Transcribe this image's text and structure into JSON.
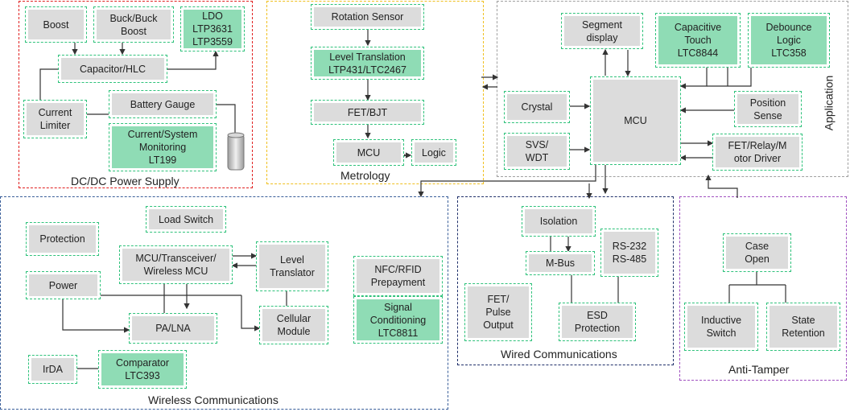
{
  "groups": {
    "power": "DC/DC Power Supply",
    "metrology": "Metrology",
    "application": "Application",
    "wireless": "Wireless Communications",
    "wired": "Wired Communications",
    "tamper": "Anti-Tamper"
  },
  "blocks": {
    "boost": "Boost",
    "buckboost": "Buck/Buck\nBoost",
    "ldo": "LDO\nLTP3631\nLTP3559",
    "capacitor": "Capacitor/HLC",
    "current_limiter": "Current\nLimiter",
    "battery_gauge": "Battery Gauge",
    "current_monitor": "Current/System\nMonitoring\nLT199",
    "rotation": "Rotation Sensor",
    "level_translation": "Level Translation\nLTP431/LTC2467",
    "fet_bjt": "FET/BJT",
    "metro_mcu": "MCU",
    "logic": "Logic",
    "segment": "Segment\ndisplay",
    "cap_touch": "Capacitive\nTouch\nLTC8844",
    "debounce": "Debounce\nLogic\nLTC358",
    "crystal": "Crystal",
    "app_mcu": "MCU",
    "position": "Position\nSense",
    "svs": "SVS/\nWDT",
    "fet_relay": "FET/Relay/M\notor Driver",
    "load_switch": "Load Switch",
    "protection": "Protection",
    "mcu_trans": "MCU/Transceiver/\nWireless MCU",
    "level_translator": "Level\nTranslator",
    "nfc": "NFC/RFID\nPrepayment",
    "signal_cond": "Signal\nConditioning\nLTC8811",
    "power": "Power",
    "pa_lna": "PA/LNA",
    "cellular": "Cellular\nModule",
    "irda": "IrDA",
    "comparator": "Comparator\nLTC393",
    "isolation": "Isolation",
    "mbus": "M-Bus",
    "rs": "RS-232\nRS-485",
    "fet_pulse": "FET/\nPulse\nOutput",
    "esd": "ESD\nProtection",
    "case_open": "Case\nOpen",
    "inductive": "Inductive\nSwitch",
    "state_ret": "State\nRetention"
  },
  "colors": {
    "block_border": "#2fc27b",
    "block_fill": "#dcdcdc",
    "block_fill_green": "#8fdcb5",
    "power_border": "#e02020",
    "metrology_border": "#f0c020",
    "application_border": "#a0a0a0",
    "wireless_border": "#3a5f9a",
    "wired_border": "#1f2f6a",
    "tamper_border": "#a050c0"
  }
}
